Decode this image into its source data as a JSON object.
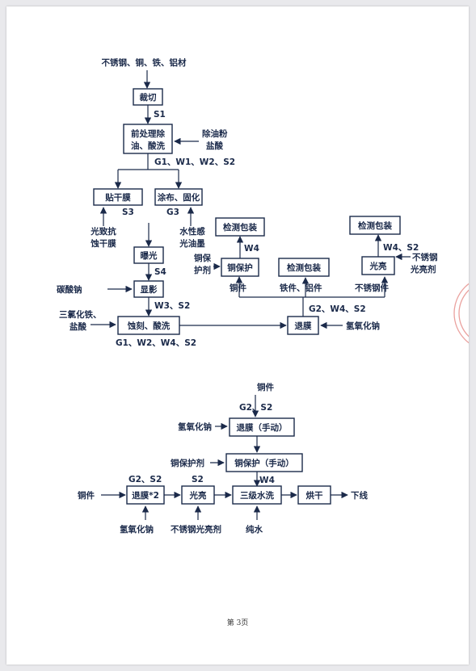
{
  "diagram_top": {
    "input_materials": "不锈钢、铜、铁、铝材",
    "boxes": {
      "cut": "裁切",
      "pretreat_line1": "前处理除",
      "pretreat_line2": "油、酸洗",
      "dry_film": "贴干膜",
      "coat": "涂布、固化",
      "expose": "曝光",
      "develop": "显影",
      "etch": "蚀刻、酸洗",
      "strip": "退膜",
      "copper_protect": "铜保护",
      "inspect_pack_1": "检测包装",
      "inspect_pack_2": "检测包装",
      "inspect_pack_3": "检测包装",
      "polish": "光亮"
    },
    "labels": {
      "s1": "S1",
      "degrease_1": "除油粉",
      "degrease_2": "盐酸",
      "g1w1w2s2": "G1、W1、W2、S2",
      "s3": "S3",
      "g3": "G3",
      "photoresist_1": "光致抗",
      "photoresist_2": "蚀干膜",
      "ink_1": "水性感",
      "ink_2": "光油墨",
      "s4": "S4",
      "sodium_carbonate": "碳酸钠",
      "w3s2": "W3、S2",
      "ferric_1": "三氯化铁、",
      "ferric_2": "盐酸",
      "g1w2w4s2": "G1、W2、W4、S2",
      "w4_copper": "W4",
      "cu_protectant_1": "铜保",
      "cu_protectant_2": "护剂",
      "copper_parts": "铜件",
      "iron_al_parts": "铁件、铝件",
      "stainless_parts": "不锈钢件",
      "g2w4s2": "G2、W4、S2",
      "naoh": "氢氧化钠",
      "w4s2": "W4、S2",
      "ss_polish_1": "不锈钢",
      "ss_polish_2": "光亮剂"
    }
  },
  "diagram_bottom": {
    "boxes": {
      "strip_manual": "退膜（手动）",
      "copper_protect_manual": "铜保护（手动）",
      "strip_x2": "退膜*2",
      "polish": "光亮",
      "rinse": "三级水洗",
      "dry": "烘干"
    },
    "labels": {
      "copper_in": "铜件",
      "g2s2_top": "G2、S2",
      "naoh_1": "氢氧化钠",
      "cu_protectant": "铜保护剂",
      "w4": "W4",
      "copper_left": "铜件",
      "g2s2_left": "G2、S2",
      "s2": "S2",
      "offline": "下线",
      "naoh_2": "氢氧化钠",
      "ss_polish": "不锈钢光亮剂",
      "pure_water": "纯水"
    }
  },
  "footer": {
    "page_number": "第 3页"
  },
  "colors": {
    "ink": "#1b2a4a",
    "seal": "#d9534f"
  }
}
